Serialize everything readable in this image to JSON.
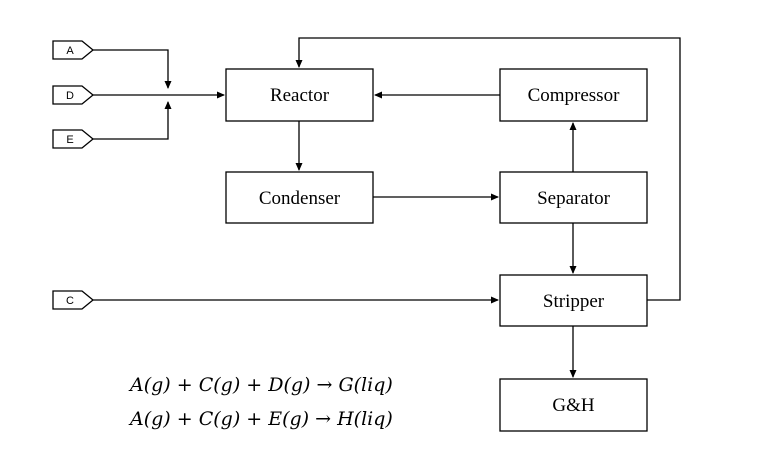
{
  "units": {
    "reactor": "Reactor",
    "compressor": "Compressor",
    "condenser": "Condenser",
    "separator": "Separator",
    "stripper": "Stripper",
    "products": "G&H"
  },
  "feeds": {
    "a": "A",
    "d": "D",
    "e": "E",
    "c": "C"
  },
  "reactions": [
    "A(g) + C(g) + D(g) → G(liq)",
    "A(g) + C(g) + E(g) → H(liq)"
  ]
}
